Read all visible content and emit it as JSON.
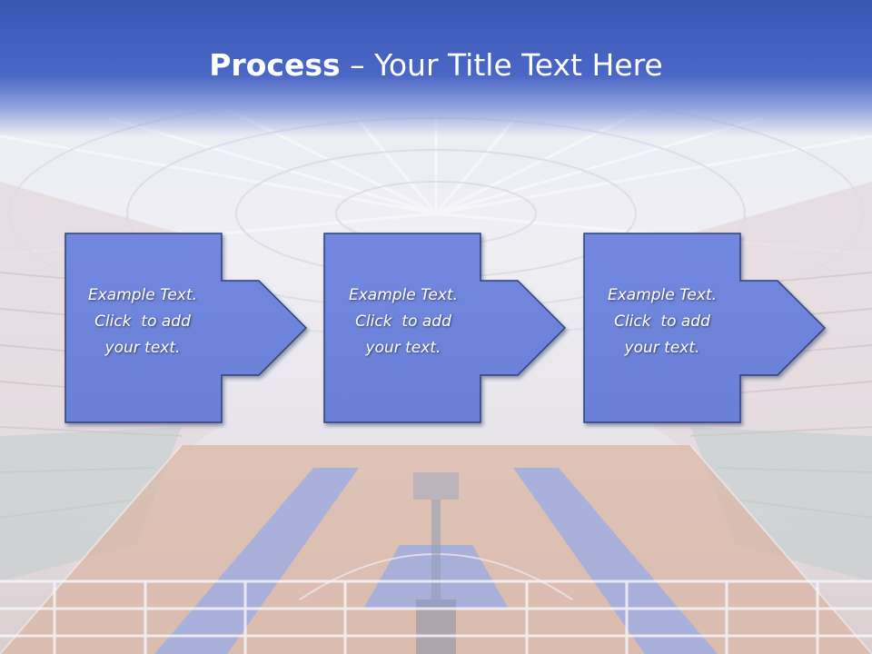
{
  "slide": {
    "title_bold": "Process",
    "title_rest": " – Your Title Text Here"
  },
  "steps": [
    {
      "line1": "Example Text.",
      "line2": "Click  to add",
      "line3": "your text."
    },
    {
      "line1": "Example Text.",
      "line2": "Click  to add",
      "line3": "your text."
    },
    {
      "line1": "Example Text.",
      "line2": "Click  to add",
      "line3": "your text."
    }
  ],
  "colors": {
    "header": "#4a66c6",
    "shape_fill": "#6e84dc",
    "shape_stroke": "#2f3f7a",
    "court_wood": "#d8a889",
    "court_blue": "#8a9bdc"
  }
}
